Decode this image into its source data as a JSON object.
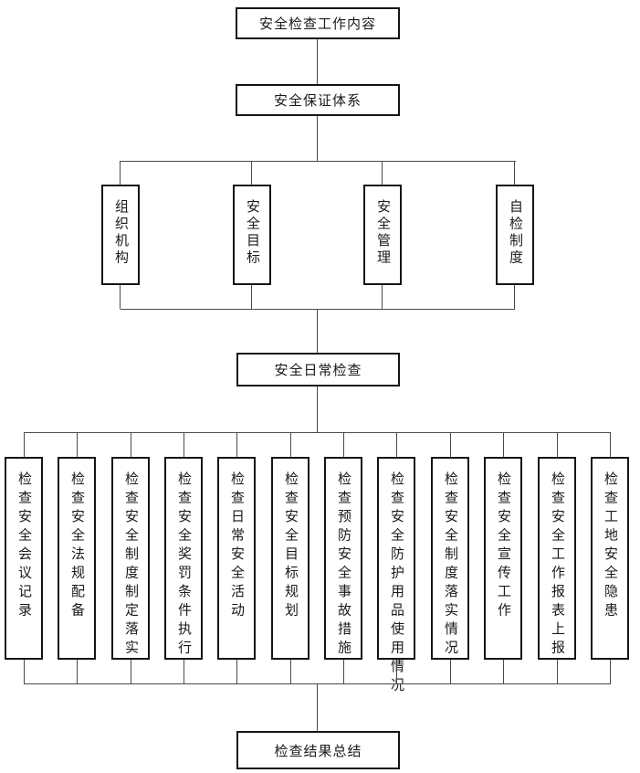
{
  "palette": {
    "background": "#ffffff",
    "box_border": "#151515",
    "connector_line": "#4a4a4a",
    "text": "#1a1a1a"
  },
  "diagram": {
    "type": "flowchart",
    "root": "安全检查工作内容",
    "assurance_system": "安全保证体系",
    "assurance_children": [
      "组织机构",
      "安全目标",
      "安全管理",
      "自检制度"
    ],
    "daily_check": "安全日常检查",
    "daily_children": [
      "检查安全会议记录",
      "检查安全法规配备",
      "检查安全制度制定落实",
      "检查安全奖罚条件执行",
      "检查日常安全活动",
      "检查安全目标规划",
      "检查预防安全事故措施",
      "检查安全防护用品使用情况",
      "检查安全制度落实情况",
      "检查安全宣传工作",
      "检查安全工作报表上报",
      "检查工地安全隐患"
    ],
    "summary": "检查结果总结"
  }
}
